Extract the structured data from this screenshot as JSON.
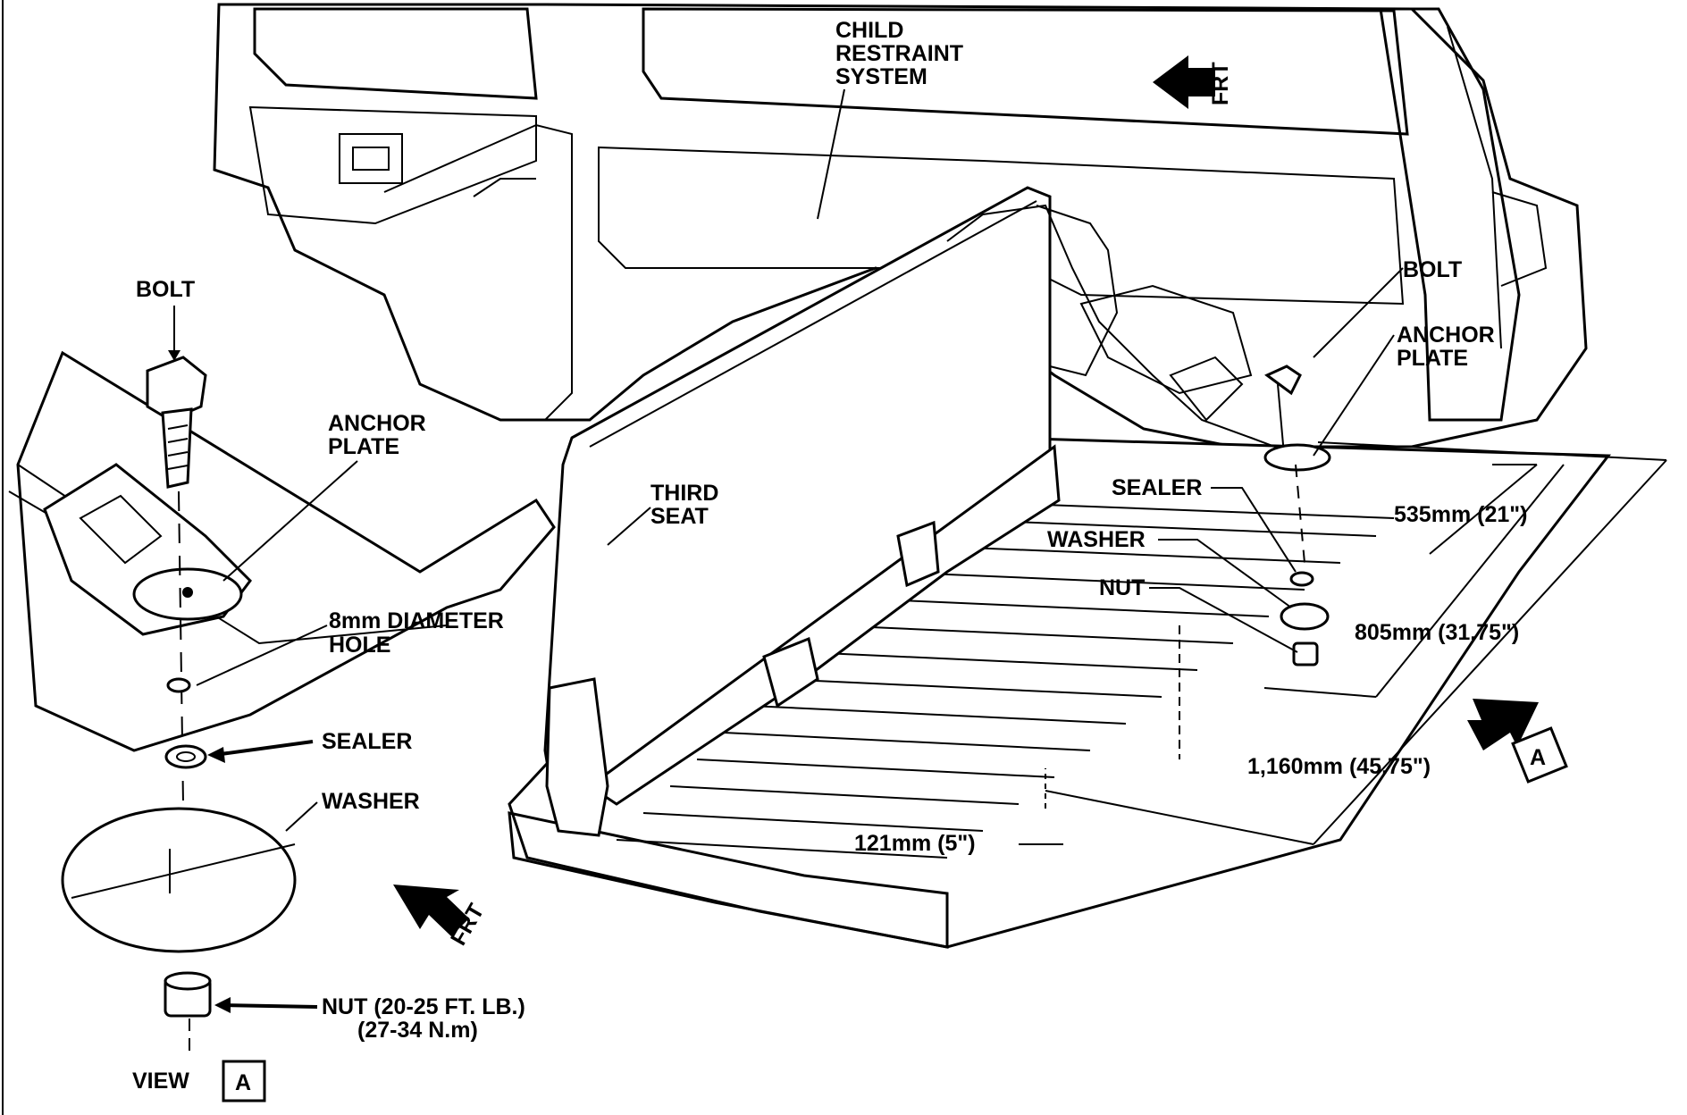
{
  "detail_view": {
    "bolt": "BOLT",
    "anchor_plate_1": "ANCHOR",
    "anchor_plate_2": "PLATE",
    "hole_1": "8mm DIAMETER",
    "hole_2": "HOLE",
    "sealer": "SEALER",
    "washer": "WASHER",
    "nut_1": "NUT (20-25 FT. LB.)",
    "nut_2": "(27-34 N.m)",
    "view": "VIEW",
    "view_letter": "A",
    "frt": "FRT"
  },
  "main_view": {
    "child_restraint_1": "CHILD",
    "child_restraint_2": "RESTRAINT",
    "child_restraint_3": "SYSTEM",
    "frt": "FRT",
    "third_seat_1": "THIRD",
    "third_seat_2": "SEAT",
    "bolt": "BOLT",
    "anchor_plate_1": "ANCHOR",
    "anchor_plate_2": "PLATE",
    "sealer": "SEALER",
    "washer": "WASHER",
    "nut": "NUT",
    "dim_535": "535mm (21\")",
    "dim_805": "805mm (31.75\")",
    "dim_1160": "1,160mm (45.75\")",
    "dim_121": "121mm (5\")",
    "view_marker": "A"
  },
  "colors": {
    "ink": "#000000",
    "paper": "#ffffff"
  }
}
